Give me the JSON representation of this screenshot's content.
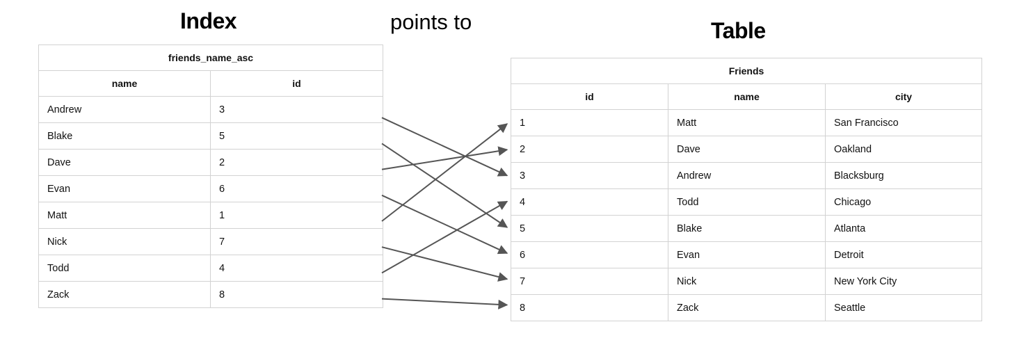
{
  "diagram": {
    "index_heading": "Index",
    "table_heading": "Table",
    "relation_label": "points to",
    "line_color": "#555555",
    "border_color": "#d2d2d2"
  },
  "index_table": {
    "title": "friends_name_asc",
    "columns": [
      "name",
      "id"
    ],
    "rows": [
      {
        "name": "Andrew",
        "id": "3"
      },
      {
        "name": "Blake",
        "id": "5"
      },
      {
        "name": "Dave",
        "id": "2"
      },
      {
        "name": "Evan",
        "id": "6"
      },
      {
        "name": "Matt",
        "id": "1"
      },
      {
        "name": "Nick",
        "id": "7"
      },
      {
        "name": "Todd",
        "id": "4"
      },
      {
        "name": "Zack",
        "id": "8"
      }
    ]
  },
  "friends_table": {
    "title": "Friends",
    "columns": [
      "id",
      "name",
      "city"
    ],
    "rows": [
      {
        "id": "1",
        "name": "Matt",
        "city": "San Francisco"
      },
      {
        "id": "2",
        "name": "Dave",
        "city": "Oakland"
      },
      {
        "id": "3",
        "name": "Andrew",
        "city": "Blacksburg"
      },
      {
        "id": "4",
        "name": "Todd",
        "city": "Chicago"
      },
      {
        "id": "5",
        "name": "Blake",
        "city": "Atlanta"
      },
      {
        "id": "6",
        "name": "Evan",
        "city": "Detroit"
      },
      {
        "id": "7",
        "name": "Nick",
        "city": "New York City"
      },
      {
        "id": "8",
        "name": "Zack",
        "city": "Seattle"
      }
    ]
  },
  "arrows": [
    {
      "from_index_row": 0,
      "from_name": "Andrew",
      "to_table_id": "3"
    },
    {
      "from_index_row": 1,
      "from_name": "Blake",
      "to_table_id": "5"
    },
    {
      "from_index_row": 2,
      "from_name": "Dave",
      "to_table_id": "2"
    },
    {
      "from_index_row": 3,
      "from_name": "Evan",
      "to_table_id": "6"
    },
    {
      "from_index_row": 4,
      "from_name": "Matt",
      "to_table_id": "1"
    },
    {
      "from_index_row": 5,
      "from_name": "Nick",
      "to_table_id": "7"
    },
    {
      "from_index_row": 6,
      "from_name": "Todd",
      "to_table_id": "4"
    },
    {
      "from_index_row": 7,
      "from_name": "Zack",
      "to_table_id": "8"
    }
  ]
}
